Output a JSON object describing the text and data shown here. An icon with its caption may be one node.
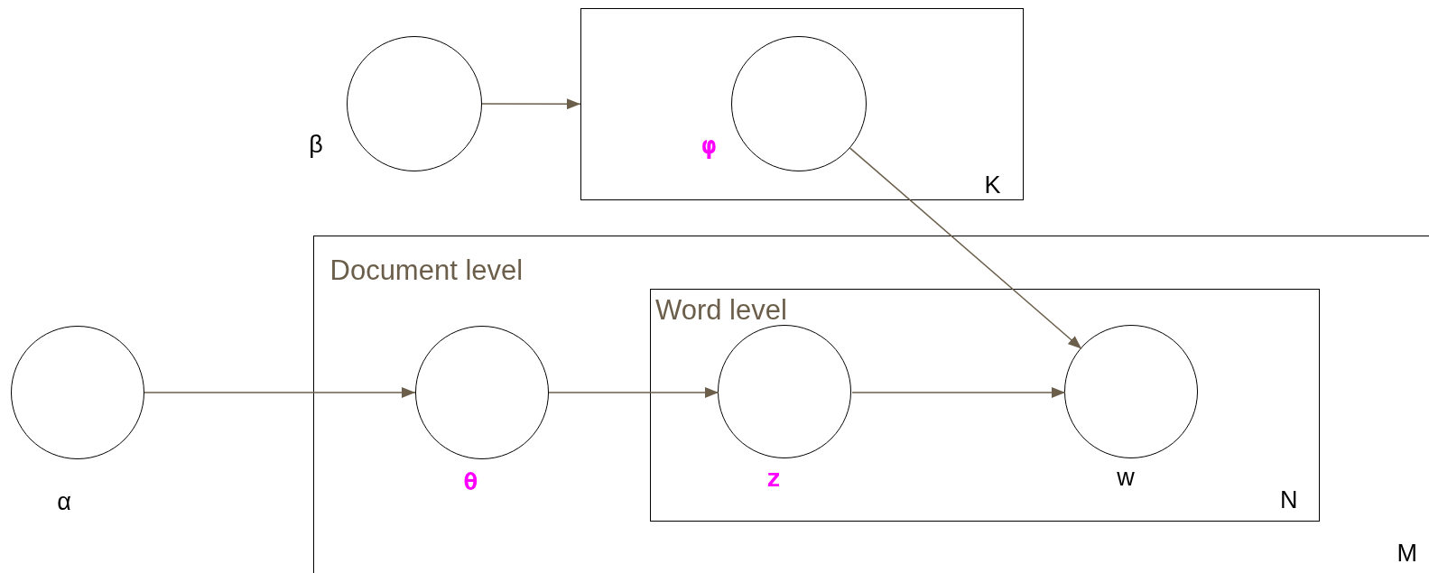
{
  "diagram": {
    "nodes": [
      {
        "text": [],
        "shape": "circle",
        "beside": [
          "β"
        ]
      },
      {
        "text": [
          "K"
        ]
      },
      {
        "text": [],
        "shape": "circle",
        "in": 1,
        "beside": [
          "φ"
        ]
      },
      {
        "text": [
          "Document level",
          "M"
        ]
      },
      {
        "text": [],
        "shape": "circle",
        "beside": [
          "α"
        ]
      },
      {
        "text": [],
        "shape": "circle",
        "in": 3,
        "beside": [
          "θ"
        ]
      },
      {
        "text": [
          "Word level",
          "N"
        ],
        "in": 3
      },
      {
        "text": [],
        "shape": "circle",
        "in": 6,
        "beside": [
          "z"
        ]
      },
      {
        "text": [],
        "shape": "circle",
        "in": 6,
        "beside": [
          "w"
        ]
      }
    ],
    "edges": [
      {
        "from": 0,
        "to": 1,
        "arrow": "to"
      },
      {
        "from": 4,
        "to": 5,
        "arrow": "to"
      },
      {
        "from": 5,
        "to": 7,
        "arrow": "to"
      },
      {
        "from": 7,
        "to": 8,
        "arrow": "to"
      },
      {
        "from": 2,
        "to": 8,
        "arrow": "to"
      }
    ]
  }
}
